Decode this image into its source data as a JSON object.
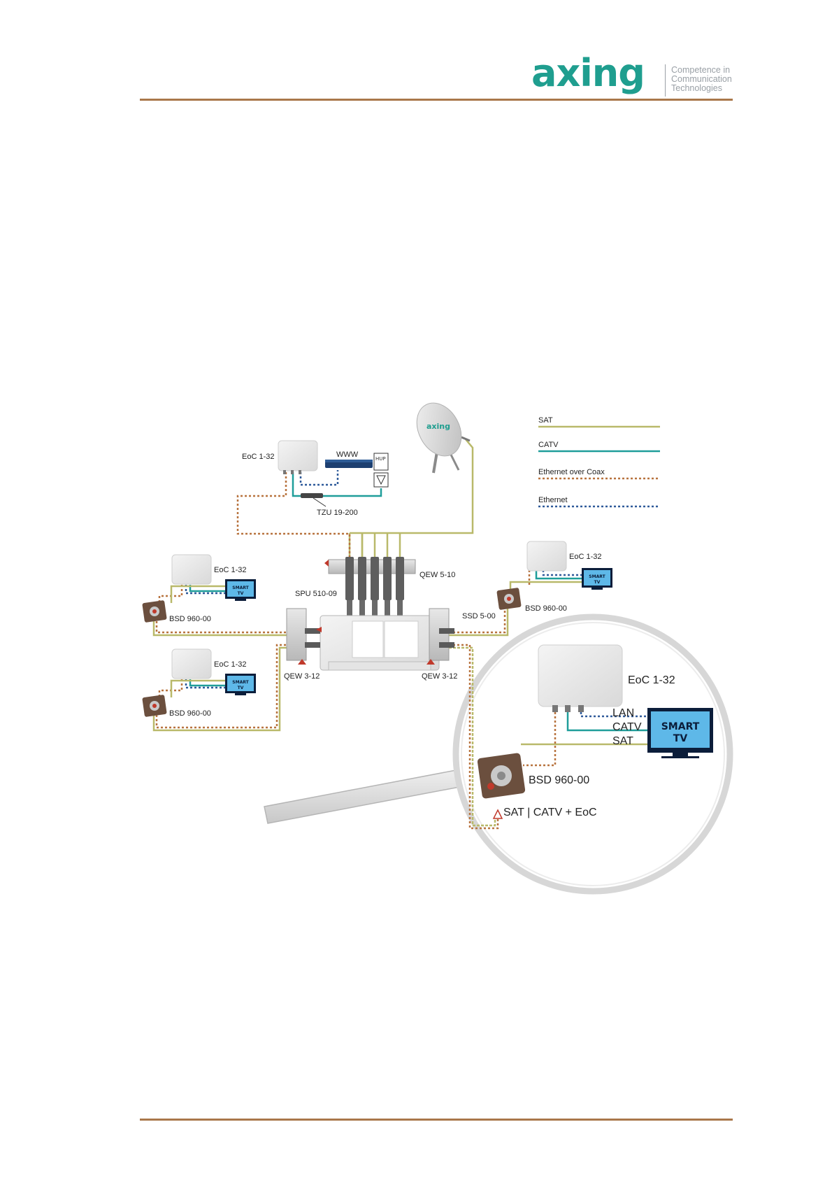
{
  "header": {
    "logo": "axing",
    "tagline": [
      "Competence in",
      "Communication",
      "Technologies"
    ]
  },
  "colors": {
    "sat": "#b9b96a",
    "catv": "#1f9e9a",
    "eoc": "#b8733f",
    "ethernet": "#2f5a9a",
    "rule": "#a9774a",
    "brand": "#1f9e8f"
  },
  "legend": {
    "sat": "SAT",
    "catv": "CATV",
    "eoc": "Ethernet over Coax",
    "ethernet": "Ethernet"
  },
  "labels": {
    "eoc_top": "EoC 1-32",
    "www": "WWW",
    "tzu": "TZU 19-200",
    "qew510": "QEW 5-10",
    "spu": "SPU 510-09",
    "eoc_left1": "EoC 1-32",
    "bsd_left1": "BSD 960-00",
    "eoc_left2": "EoC 1-32",
    "bsd_left2": "BSD 960-00",
    "qew312_left": "QEW 3-12",
    "qew312_right": "QEW 3-12",
    "ssd": "SSD 5-00",
    "eoc_right": "EoC 1-32",
    "bsd_right": "BSD 960-00",
    "zoom_eoc": "EoC 1-32",
    "zoom_lan": "LAN",
    "zoom_catv": "CATV",
    "zoom_sat": "SAT",
    "zoom_bsd": "BSD 960-00",
    "zoom_input": "SAT | CATV + EoC"
  },
  "tv": {
    "line1": "SMART",
    "line2": "TV"
  },
  "dish_logo": "axing",
  "router_label": "HUP"
}
